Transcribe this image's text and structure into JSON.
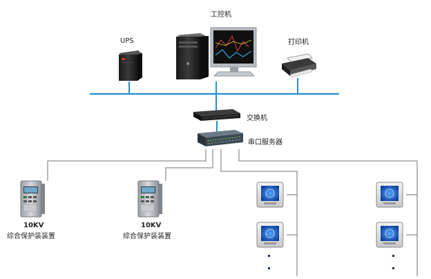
{
  "labels": {
    "ipc": "工控机",
    "ups": "UPS",
    "printer": "打印机",
    "switch": "交换机",
    "serial_server": "串口服务器",
    "device1_voltage": "10KV",
    "device1_name": "综合保护装装置",
    "device2_voltage": "10KV",
    "device2_name": "综合保护装装置"
  },
  "colors": {
    "bus": "#1e8fd8",
    "wire": "#666666"
  },
  "icons": [
    "ups-icon",
    "ipc-tower-icon",
    "monitor-icon",
    "printer-icon",
    "switch-icon",
    "serial-server-icon",
    "protection-relay-icon",
    "power-meter-icon"
  ]
}
